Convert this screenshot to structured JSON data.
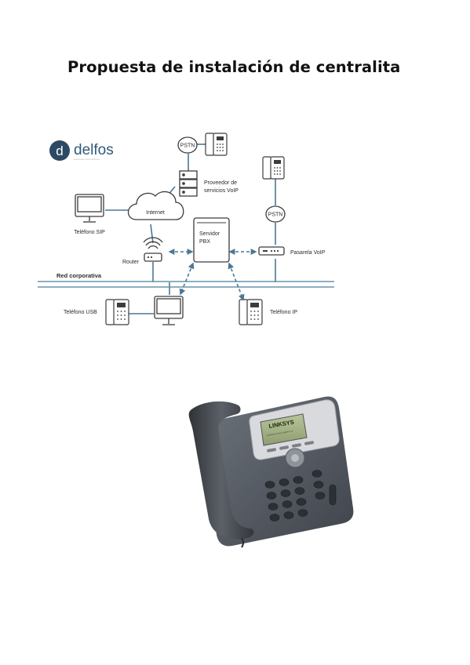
{
  "document": {
    "title": "Propuesta de instalación de centralita"
  },
  "diagram": {
    "logo": {
      "letter": "d",
      "brand": "delfos",
      "tagline": "sistemas informáticos"
    },
    "nodes": {
      "pstn_top": "PSTN",
      "provider_line1": "Proveedor de",
      "provider_line2": "servicios VoIP",
      "internet": "Internet",
      "sip_phone": "Teléfono SIP",
      "router": "Router",
      "pbx_line1": "Servidor",
      "pbx_line2": "PBX",
      "pstn_right": "PSTN",
      "gateway": "Pasarela VoIP",
      "network": "Red corporativa",
      "usb_phone": "Teléfono USB",
      "ip_phone": "Teléfono IP"
    },
    "colors": {
      "line": "#4a7896",
      "icon": "#3c3c3c",
      "dashed": "#4a7896",
      "network": "#6a93ad"
    }
  },
  "photo": {
    "subject": "ip-desk-phone",
    "brand_lettering": "LINKSYS",
    "screen_caption": "A Division of Cisco Systems, Inc."
  }
}
